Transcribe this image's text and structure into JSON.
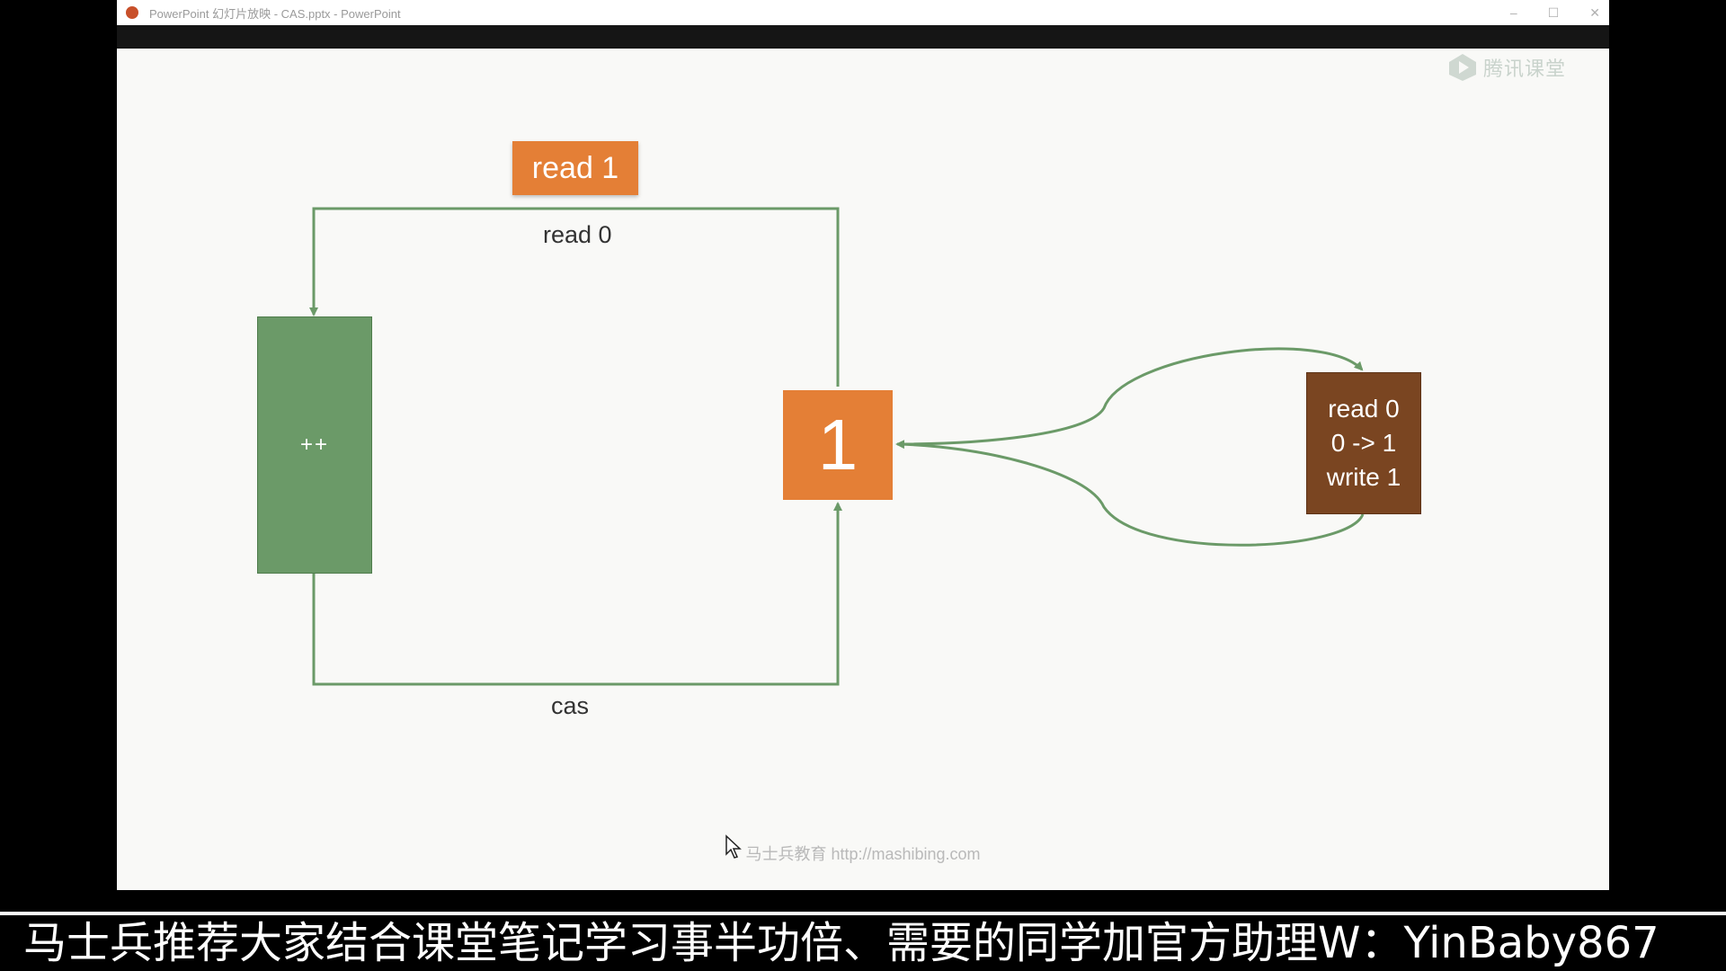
{
  "window": {
    "title": "PowerPoint 幻灯片放映 - CAS.pptx - PowerPoint",
    "controls": {
      "minimize": "–",
      "maximize": "☐",
      "close": "✕"
    }
  },
  "watermark": {
    "brand": "腾讯课堂"
  },
  "slide": {
    "read1_box": "read 1",
    "read0_label": "read 0",
    "cas_label": "cas",
    "thread_box": "++",
    "counter_box": "1",
    "other_thread": {
      "line1": "read 0",
      "line2": "0 -> 1",
      "line3": "write 1"
    },
    "footer": "马士兵教育 http://mashibing.com"
  },
  "subtitle": "马士兵推荐大家结合课堂笔记学习事半功倍、需要的同学加官方助理W：YinBaby867",
  "colors": {
    "orange": "#e47f36",
    "green": "#6b9a68",
    "brown": "#7a4521",
    "line": "#6b9a68",
    "slide_bg": "#f9f9f7"
  }
}
